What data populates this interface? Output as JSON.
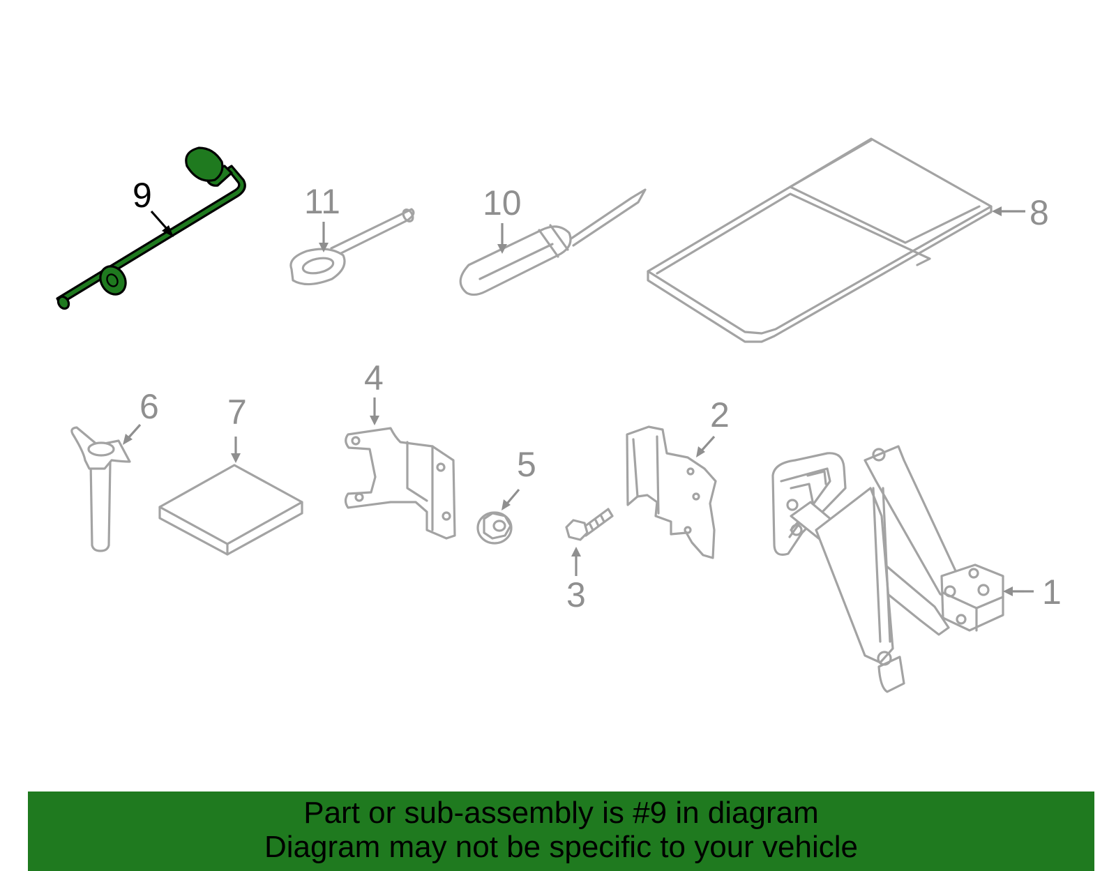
{
  "diagram": {
    "selected_part": "9",
    "highlight_color": "#1f7a1f",
    "part_line_color": "#a3a3a3",
    "callouts": [
      "1",
      "2",
      "3",
      "4",
      "5",
      "6",
      "7",
      "8",
      "9",
      "10",
      "11"
    ]
  },
  "banner": {
    "line1": "Part or sub-assembly is #9 in diagram",
    "line2": "Diagram may not be specific to your vehicle",
    "background": "#1f7a1f"
  }
}
